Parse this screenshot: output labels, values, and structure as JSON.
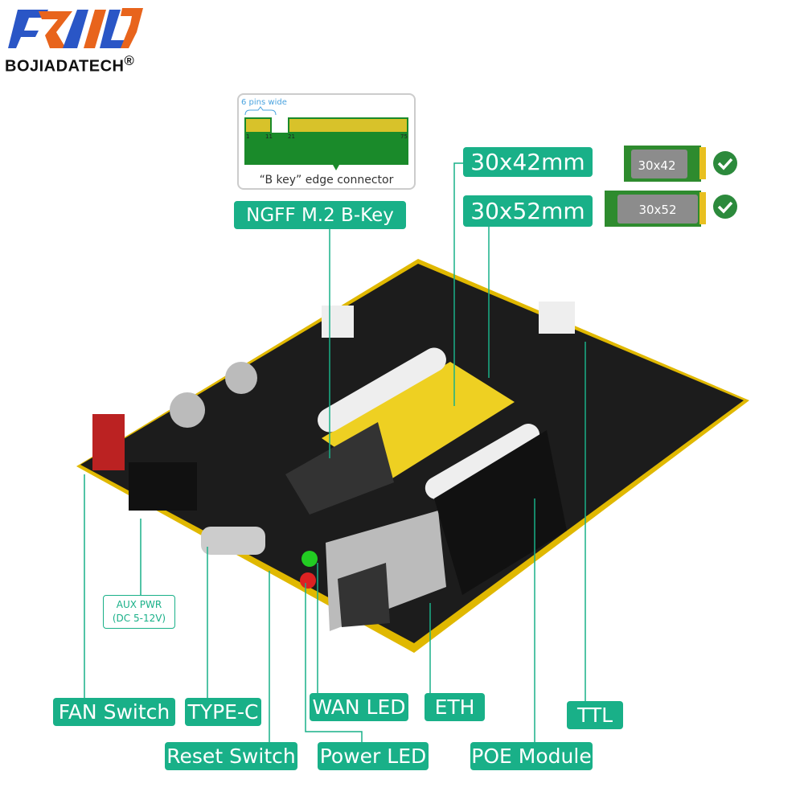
{
  "brand": {
    "name": "BOJIADATECH",
    "registered": "®",
    "colors": {
      "blue": "#2a56c6",
      "orange": "#e8641c"
    }
  },
  "connector_card": {
    "pins_note": "6 pins wide",
    "pin_numbers": [
      "1",
      "11",
      "21",
      "75"
    ],
    "caption": "“B key” edge connector"
  },
  "sizes": [
    {
      "label": "30x42mm",
      "card": "30x42",
      "supported": true
    },
    {
      "label": "30x52mm",
      "card": "30x52",
      "supported": true
    }
  ],
  "labels": {
    "ngff": "NGFF M.2 B-Key",
    "aux_line1": "AUX PWR",
    "aux_line2": "(DC 5-12V)",
    "fan": "FAN Switch",
    "typec": "TYPE-C",
    "wan": "WAN LED",
    "eth": "ETH",
    "ttl": "TTL",
    "reset": "Reset Switch",
    "power": "Power LED",
    "poe": "POE Module"
  },
  "accent": "#19b088"
}
